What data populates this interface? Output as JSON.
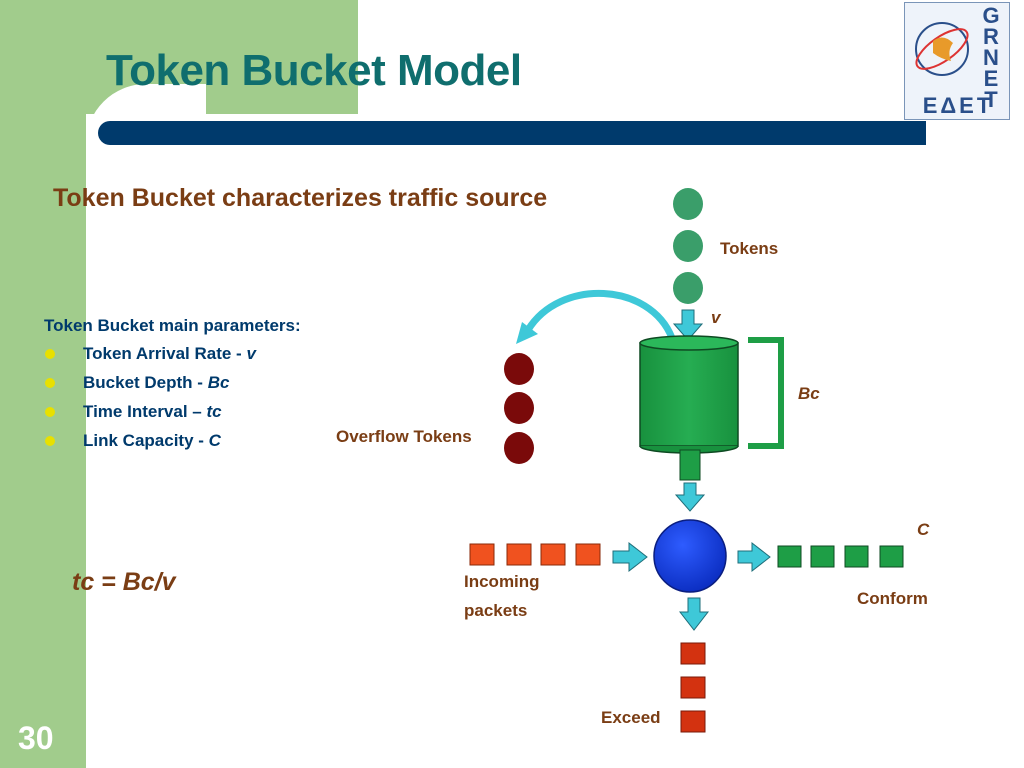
{
  "slide": {
    "title": "Token Bucket Model",
    "subtitle": "Token Bucket characterizes traffic source",
    "page_number": "30"
  },
  "logo": {
    "letters": [
      "G",
      "R",
      "N",
      "E",
      "T"
    ],
    "abbreviation": "ΕΔΕΤ"
  },
  "parameters": {
    "heading": "Token Bucket main parameters:",
    "items": [
      {
        "label": "Token Arrival Rate - ",
        "symbol": "v"
      },
      {
        "label": "Bucket Depth - ",
        "symbol": "Bc"
      },
      {
        "label": "Time Interval – ",
        "symbol": "tc"
      },
      {
        "label": "Link Capacity - ",
        "symbol": "C"
      }
    ]
  },
  "formula": "tc = Bc/v",
  "diagram": {
    "tokens_label": "Tokens",
    "rate_label": "v",
    "depth_label": "Bc",
    "overflow_label": "Overflow Tokens",
    "capacity_label": "C",
    "incoming_label": [
      "Incoming",
      "packets"
    ],
    "conform_label": "Conform",
    "exceed_label": "Exceed"
  },
  "colors": {
    "title": "#0f6e6e",
    "accent_band": "#a1cc8c",
    "rule": "#003a6c",
    "text_brown": "#7a3d14",
    "text_navy": "#003a6c",
    "token_green": "#3a9e6a",
    "overflow_red": "#7a0a0a",
    "bucket_green": "#1e9e46",
    "incoming_orange": "#f0521f",
    "exceed_red": "#d33210",
    "arrow_cyan": "#3ec8d8",
    "meter_blue": "#1a44d8"
  }
}
